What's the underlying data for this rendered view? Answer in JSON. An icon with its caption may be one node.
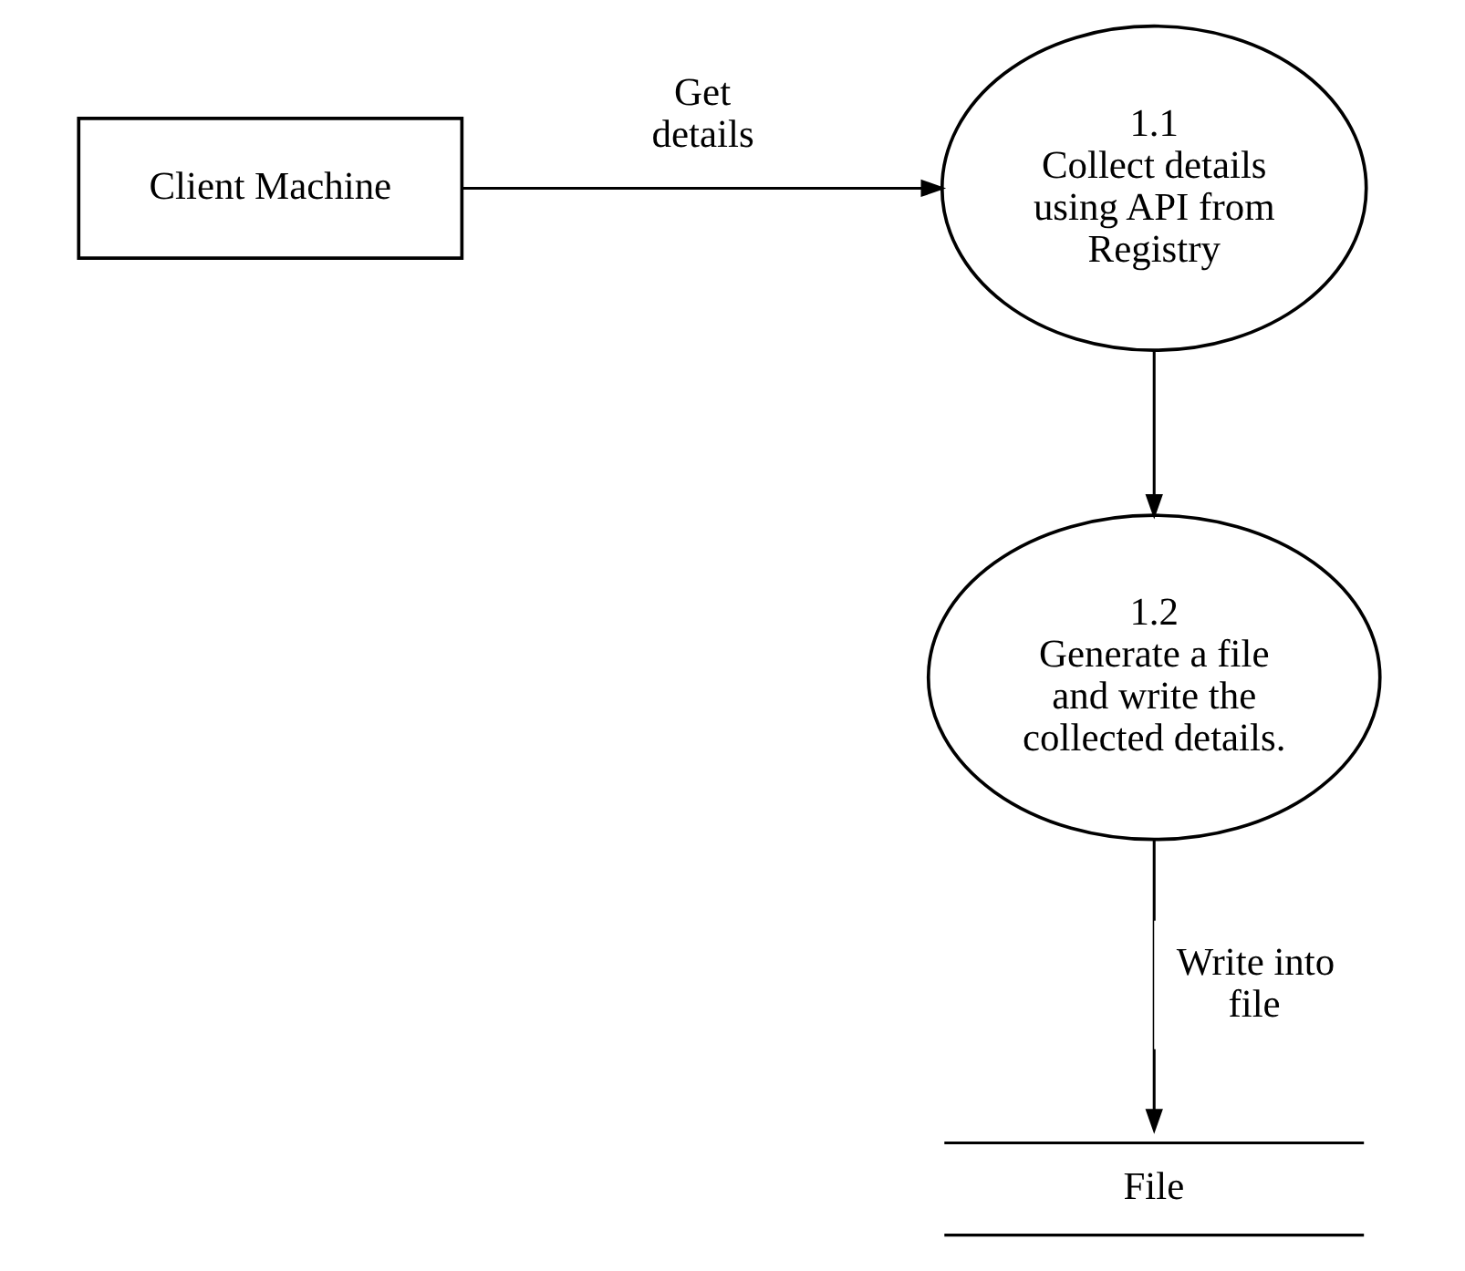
{
  "diagram": {
    "nodes": [
      {
        "text": [
          "Client Machine"
        ]
      },
      {
        "text": [
          "1.1",
          "Collect details using API from Registry"
        ]
      },
      {
        "text": [
          "1.2",
          "Generate a file and write the collected details."
        ]
      },
      {
        "text": [
          "File"
        ]
      }
    ],
    "edges": [
      {
        "from": 0,
        "to": 1,
        "arrow": "to",
        "label": "Get details"
      },
      {
        "from": 1,
        "to": 2,
        "arrow": "to"
      },
      {
        "from": 2,
        "to": 3,
        "arrow": "to",
        "label": "Write into file"
      }
    ]
  }
}
